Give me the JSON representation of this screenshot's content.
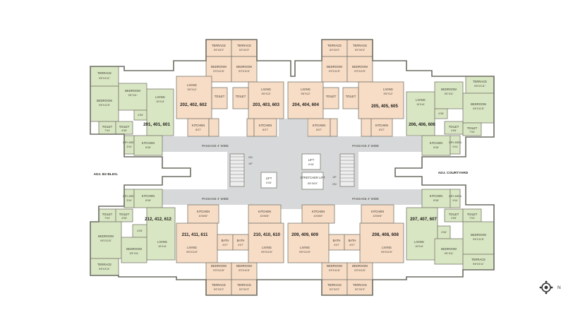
{
  "labels": {
    "terrace": "TERRACE",
    "bedroom": "BEDROOM",
    "living": "LIVING",
    "kitchen": "KITCHEN",
    "toilet": "TOILET",
    "bath": "BATH",
    "dry_area": "DRY AREA",
    "lift": "LIFT",
    "up": "UP",
    "dn": "DN",
    "stretcher_lift": "STRETCHER LIFT",
    "passage": "PASSAGE 4' WIDE"
  },
  "dims": {
    "t_top": "5'2\"X3'3\"",
    "b_top": "9'3\"X11'6\"",
    "l_top": "9'6\"X12'",
    "k_top": "8'X7'",
    "t_left": "9'6\"X3'11\"",
    "b_left1": "9'5\"X11'",
    "b_left2": "9'6\"X11'6\"",
    "l_left": "10'X14'",
    "k_left": "8'X8'",
    "toilet": "7'X4'",
    "toilet2": "4'X6'",
    "dry": "3'X4'",
    "ante": "4'X6'",
    "lift": "6'X6'",
    "stretcher": "8'6\"X6'6\"",
    "k_bot": "10'X6'6\"",
    "l_bot": "9'6\"X11'6\"",
    "bath": "4'X7'",
    "b_bot": "9'3\"X11'6\"",
    "t_bot": "5'2\"X3'3\""
  },
  "units": {
    "u202": "202, 402, 602",
    "u203": "203, 403, 603",
    "u204": "204, 404, 604",
    "u205": "205, 405, 605",
    "u201": "201, 401, 601",
    "u206": "206, 406, 606",
    "u212": "212, 412, 612",
    "u211": "211, 411, 611",
    "u210": "210, 410, 610",
    "u209": "209, 409, 609",
    "u208": "208, 408, 608",
    "u207": "207, 407, 607"
  },
  "site": {
    "adj_b2": "ADJ. B2 BLDG.",
    "adj_courtyard": "ADJ. COURTYARD",
    "north": "N"
  },
  "colors": {
    "bedroom_zone": "#d9e6c3",
    "living_zone": "#f7dcc6",
    "corridor": "#d7d8da",
    "wall": "#6d6d63"
  }
}
